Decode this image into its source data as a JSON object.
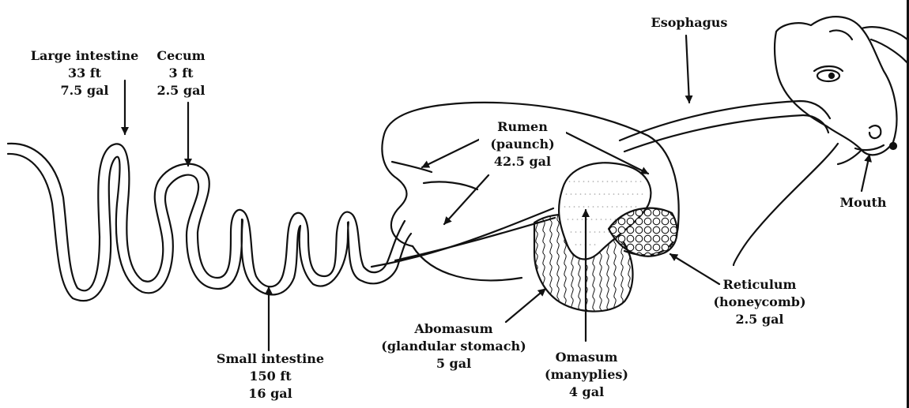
{
  "labels": {
    "large_intestine": {
      "name": "Large intestine",
      "length": "33 ft",
      "volume": "7.5 gal"
    },
    "cecum": {
      "name": "Cecum",
      "length": "3 ft",
      "volume": "2.5 gal"
    },
    "esophagus": {
      "name": "Esophagus"
    },
    "rumen": {
      "name": "Rumen",
      "alt": "(paunch)",
      "volume": "42.5 gal"
    },
    "mouth": {
      "name": "Mouth"
    },
    "reticulum": {
      "name": "Reticulum",
      "alt": "(honeycomb)",
      "volume": "2.5 gal"
    },
    "small_intestine": {
      "name": "Small intestine",
      "length": "150 ft",
      "volume": "16 gal"
    },
    "abomasum": {
      "name": "Abomasum",
      "alt": "(glandular stomach)",
      "volume": "5 gal"
    },
    "omasum": {
      "name": "Omasum",
      "alt": "(manyplies)",
      "volume": "4 gal"
    }
  },
  "colors": {
    "ink": "#111111",
    "paper": "#ffffff"
  }
}
